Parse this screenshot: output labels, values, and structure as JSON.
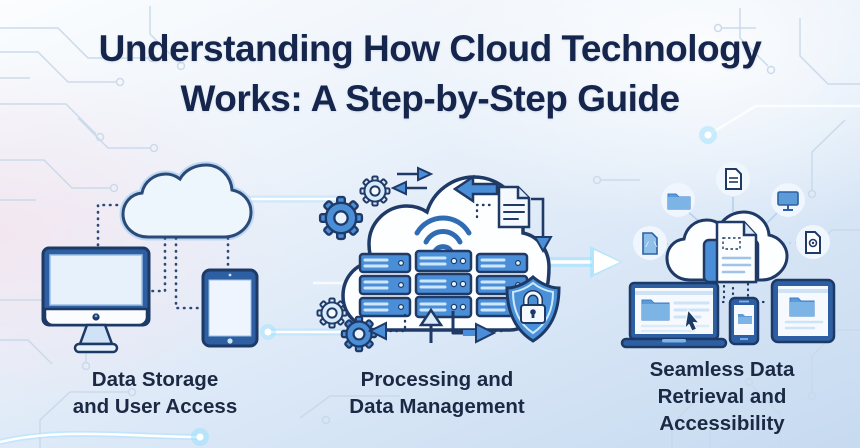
{
  "title": {
    "line1": "Understanding How Cloud Technology",
    "line2": "Works: A Step-by-Step Guide"
  },
  "sections": [
    {
      "name": "data-storage-and-user-access",
      "caption_lines": [
        "Data Storage",
        "and User Access"
      ],
      "icons": [
        "cloud-icon",
        "desktop-monitor-icon",
        "tablet-icon",
        "dotted-connector-lines"
      ]
    },
    {
      "name": "processing-and-data-management",
      "caption_lines": [
        "Processing and",
        "Data Management"
      ],
      "icons": [
        "cloud-icon",
        "wifi-icon",
        "server-stack-icon",
        "gear-icons",
        "transfer-arrow-icons",
        "document-icon",
        "shield-lock-icon"
      ]
    },
    {
      "name": "seamless-data-retrieval-and-accessibility",
      "caption_lines": [
        "Seamless Data",
        "Retrieval and",
        "Accessibility"
      ],
      "icons": [
        "cloud-icon",
        "document-icon",
        "folder-icon",
        "monitor-icon",
        "code-file-icon",
        "settings-file-icon",
        "laptop-icon",
        "smartphone-icon",
        "tablet-icon"
      ]
    }
  ],
  "colors": {
    "title_text": "#16254c",
    "caption_text": "#1b2944",
    "icon_outline": "#1f3a66",
    "icon_blue_fill": "#4a8ed8",
    "icon_light_fill": "#e9f3fd",
    "device_frame_blue": "#2e5fa3",
    "circuit_line": "#c9d9ea",
    "glow_accent": "#aee6ff"
  }
}
